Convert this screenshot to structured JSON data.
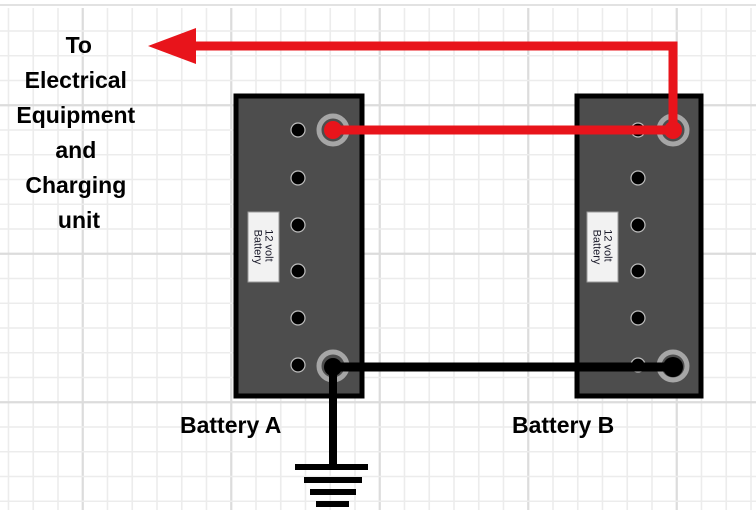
{
  "diagram": {
    "title": "Two 12 volt batteries wired in parallel",
    "destination_label_lines": [
      "To",
      "Electrical",
      "Equipment",
      "and",
      "Charging",
      "unit"
    ],
    "batteries": [
      {
        "id": "A",
        "name": "Battery A",
        "sticker_lines": [
          "12 volt",
          "Battery"
        ],
        "cell_holes": 6,
        "positive_terminal": "top",
        "negative_terminal": "bottom"
      },
      {
        "id": "B",
        "name": "Battery B",
        "sticker_lines": [
          "12 volt",
          "Battery"
        ],
        "cell_holes": 6,
        "positive_terminal": "top",
        "negative_terminal": "bottom"
      }
    ],
    "connections": [
      {
        "name": "positive-link",
        "from": "Battery A +",
        "to": "Battery B +",
        "color": "#e8141b"
      },
      {
        "name": "positive-output",
        "from": "Battery B +",
        "to": "To Electrical Equipment and Charging unit",
        "color": "#e8141b",
        "arrow": true
      },
      {
        "name": "negative-link",
        "from": "Battery B -",
        "to": "Battery A -",
        "color": "#000000"
      },
      {
        "name": "ground",
        "from": "Battery A -",
        "to": "ground",
        "color": "#000000"
      }
    ],
    "icons": {
      "ground": "ground-symbol-icon",
      "arrow": "arrow-left-icon"
    },
    "colors": {
      "positive_wire": "#e8141b",
      "negative_wire": "#000000",
      "battery_body": "#4d4d4d",
      "battery_border": "#000000",
      "terminal_ring": "#a6a6a6",
      "sticker": "#f2f2f2",
      "grid_minor": "#ececec",
      "grid_major": "#dcdcdc"
    }
  }
}
